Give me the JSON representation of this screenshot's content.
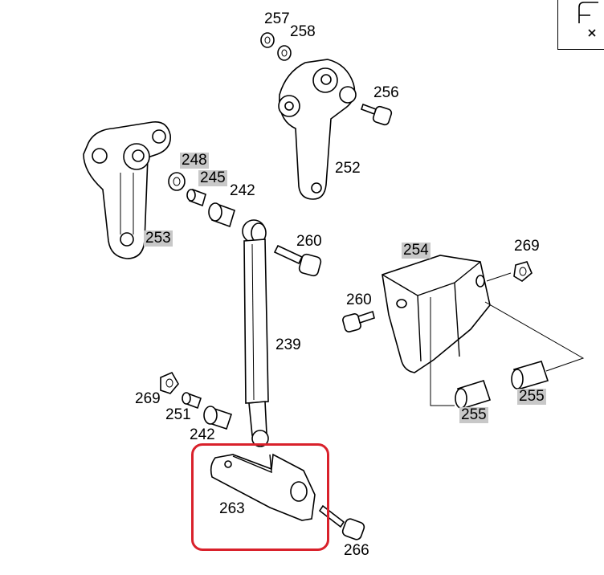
{
  "diagram": {
    "labels": {
      "l257": "257",
      "l258": "258",
      "l256": "256",
      "l252": "252",
      "l248": "248",
      "l245": "245",
      "l242a": "242",
      "l253": "253",
      "l260a": "260",
      "l254": "254",
      "l269a": "269",
      "l260b": "260",
      "l239": "239",
      "l269b": "269",
      "l251": "251",
      "l242b": "242",
      "l255a": "255",
      "l255b": "255",
      "l263": "263",
      "l266": "266"
    },
    "highlighted_part": "263",
    "highlight_color": "#d9212b",
    "label_highlight_color": "#c8c8c8"
  }
}
